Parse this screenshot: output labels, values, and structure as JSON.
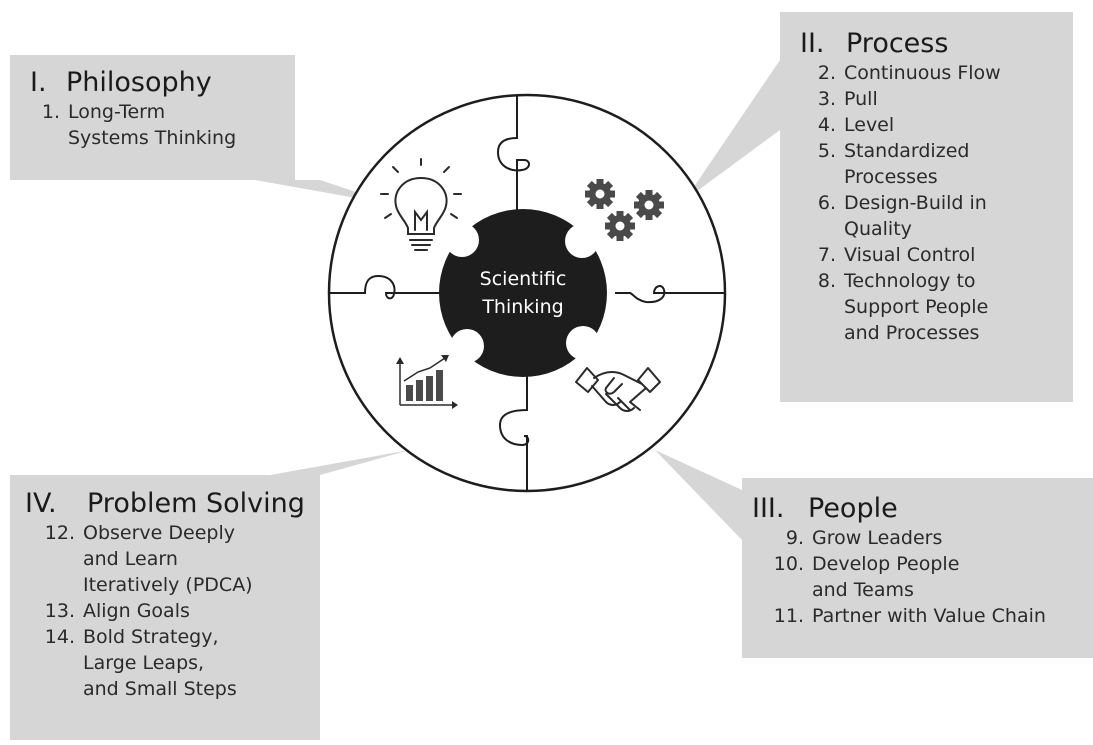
{
  "center": {
    "line1": "Scientific",
    "line2": "Thinking"
  },
  "colors": {
    "callout_bg": "#d6d6d6",
    "center_fill": "#1d1d1d",
    "outline": "#1d1d1d"
  },
  "icons": {
    "philosophy": "lightbulb-icon",
    "process": "gears-icon",
    "people": "handshake-icon",
    "problem_solving": "bar-chart-icon"
  },
  "sections": {
    "philosophy": {
      "numeral": "I.",
      "title": "Philosophy",
      "items": [
        {
          "num": "1.",
          "text": "Long-Term\nSystems Thinking"
        }
      ]
    },
    "process": {
      "numeral": "II.",
      "title": "Process",
      "items": [
        {
          "num": "2.",
          "text": "Continuous Flow"
        },
        {
          "num": "3.",
          "text": "Pull"
        },
        {
          "num": "4.",
          "text": "Level"
        },
        {
          "num": "5.",
          "text": "Standardized\nProcesses"
        },
        {
          "num": "6.",
          "text": "Design-Build in\nQuality"
        },
        {
          "num": "7.",
          "text": "Visual Control"
        },
        {
          "num": "8.",
          "text": "Technology to\nSupport People\nand Processes"
        }
      ]
    },
    "people": {
      "numeral": "III.",
      "title": "People",
      "items": [
        {
          "num": "9.",
          "text": "Grow Leaders"
        },
        {
          "num": "10.",
          "text": "Develop People\nand Teams"
        },
        {
          "num": "11.",
          "text": "Partner with Value Chain"
        }
      ]
    },
    "problem_solving": {
      "numeral": "IV.",
      "title": "Problem Solving",
      "items": [
        {
          "num": "12.",
          "text": "Observe Deeply\nand Learn\nIteratively (PDCA)"
        },
        {
          "num": "13.",
          "text": "Align Goals"
        },
        {
          "num": "14.",
          "text": "Bold Strategy,\nLarge Leaps,\nand Small Steps"
        }
      ]
    }
  }
}
